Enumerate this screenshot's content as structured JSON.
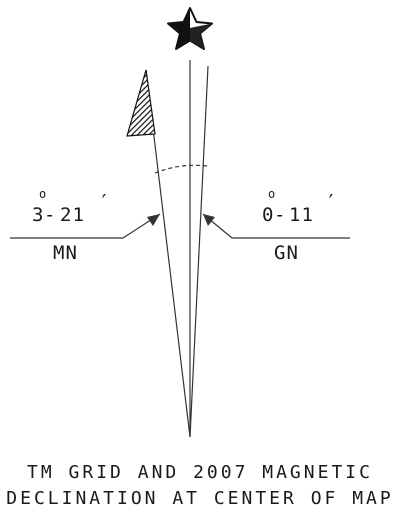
{
  "magnetic": {
    "degrees": "3",
    "minutes": "21",
    "degree_symbol": "o",
    "minute_symbol": "′",
    "abbr": "MN"
  },
  "grid": {
    "degrees": "0",
    "minutes": "11",
    "degree_symbol": "o",
    "minute_symbol": "′",
    "abbr": "GN"
  },
  "caption": {
    "line1": "TM GRID AND 2007 MAGNETIC",
    "line2": "DECLINATION AT CENTER OF MAP"
  }
}
